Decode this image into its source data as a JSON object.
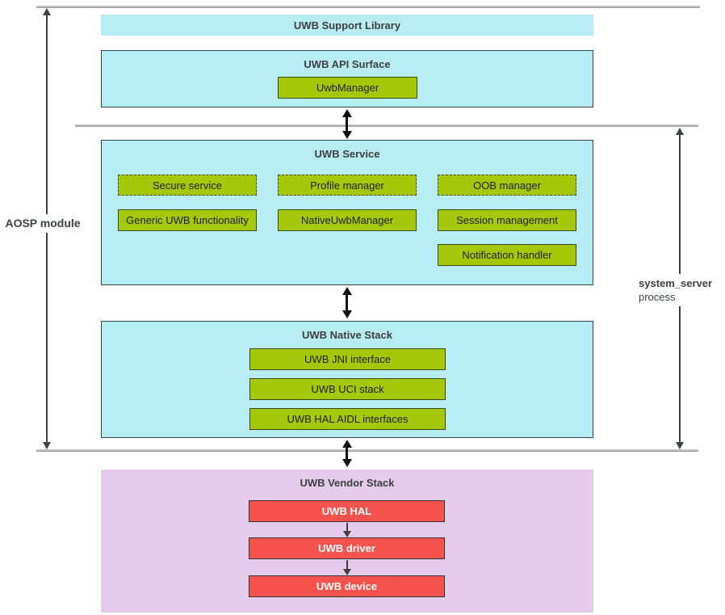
{
  "colors": {
    "cyan": "#b8ecf3",
    "green": "#a6c80a",
    "purple": "#e4cbe9",
    "red": "#f4524d",
    "arrow-black": "#111111",
    "arrow-gray": "#3c4043",
    "text-dark": "#3c4043"
  },
  "support_library": {
    "title": "UWB Support Library"
  },
  "api_surface": {
    "title": "UWB API Surface",
    "manager": "UwbManager"
  },
  "service": {
    "title": "UWB Service",
    "dashed_items": [
      "Secure service",
      "Profile manager",
      "OOB manager"
    ],
    "solid_items": [
      "Generic UWB functionality",
      "NativeUwbManager",
      "Session management"
    ],
    "extra_item": "Notification handler"
  },
  "native_stack": {
    "title": "UWB Native Stack",
    "items": [
      "UWB JNI interface",
      "UWB UCI stack",
      "UWB HAL AIDL interfaces"
    ]
  },
  "vendor_stack": {
    "title": "UWB Vendor Stack",
    "items": [
      "UWB HAL",
      "UWB driver",
      "UWB device"
    ]
  },
  "annotations": {
    "aosp_module": "AOSP module",
    "system_server": "system_server",
    "process": "process"
  }
}
